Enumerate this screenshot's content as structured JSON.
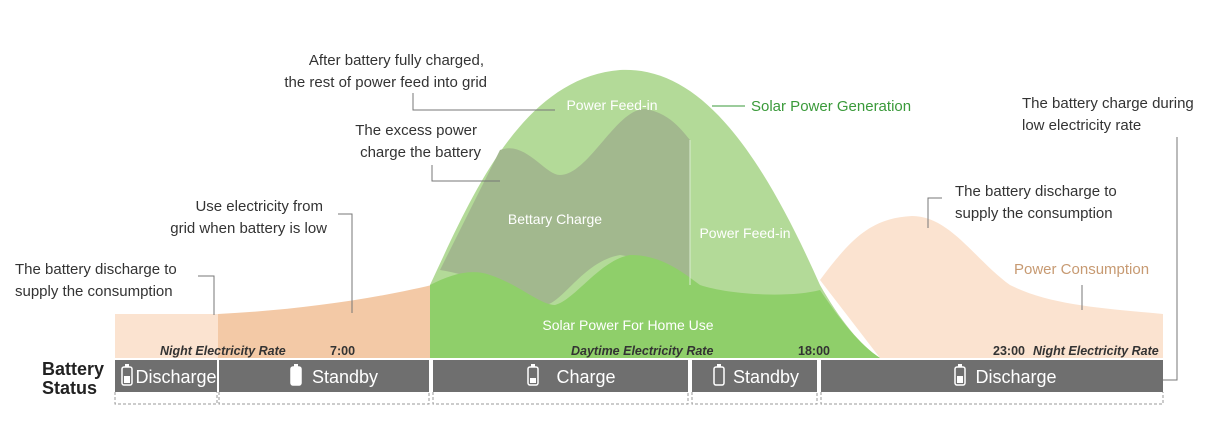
{
  "annotations": {
    "feed_in_after_full_1": "After battery fully charged,",
    "feed_in_after_full_2": "the rest of power feed into grid",
    "excess_charge_1": "The excess power",
    "excess_charge_2": "charge the battery",
    "grid_when_low_1": "Use electricity from",
    "grid_when_low_2": "grid when battery is low",
    "discharge_left_1": "The battery discharge to",
    "discharge_left_2": "supply the consumption",
    "discharge_right_1": "The battery discharge to",
    "discharge_right_2": "supply the consumption",
    "charge_low_rate_1": "The battery charge during",
    "charge_low_rate_2": "low electricity rate"
  },
  "areas": {
    "power_feed_in_top": "Power Feed-in",
    "battery_charge": "Bettary Charge",
    "power_feed_in_right": "Power Feed-in",
    "home_use": "Solar Power For Home Use"
  },
  "series": {
    "solar_generation": "Solar Power Generation",
    "power_consumption": "Power Consumption"
  },
  "rates": {
    "night_left": "Night Electricity Rate",
    "daytime": "Daytime Electricity Rate",
    "night_right": "Night Electricity Rate"
  },
  "times": {
    "t_0700": "7:00",
    "t_1800": "18:00",
    "t_2300": "23:00"
  },
  "battery_status": {
    "title_line1": "Battery",
    "title_line2": "Status",
    "segments": [
      "Discharge",
      "Standby",
      "Charge",
      "Standby",
      "Discharge"
    ]
  },
  "colors": {
    "solar_home": "#8fcf6a",
    "battery_charge": "#a2b88e",
    "feed_in": "#b3da98",
    "consumption_night": "#f3c9a6",
    "consumption_dim": "#fbe3d0",
    "status_bar": "#6f6f6f",
    "series_green": "#3a9a3a",
    "series_orange": "#c79a72"
  },
  "icons": {
    "battery_discharge": "battery-half-icon",
    "battery_standby": "battery-full-icon",
    "battery_charge": "battery-low-icon",
    "battery_standby_empty": "battery-empty-icon"
  }
}
